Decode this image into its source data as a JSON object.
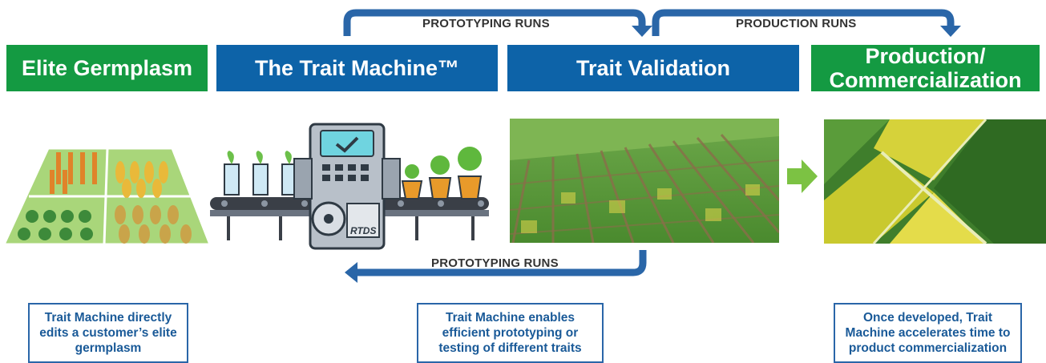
{
  "stages": {
    "elite": "Elite Germplasm",
    "trait_machine": "The Trait Machine™",
    "validation": "Trait Validation",
    "production_line1": "Production/",
    "production_line2": "Commercialization"
  },
  "runs": {
    "top_left": "PROTOTYPING RUNS",
    "top_right": "PRODUCTION RUNS",
    "bottom": "PROTOTYPING RUNS"
  },
  "machine_label": "RTDS",
  "notes": {
    "left": "Trait Machine directly edits a customer’s elite germplasm",
    "middle": "Trait Machine enables efficient prototyping or testing of different traits",
    "right": "Once developed, Trait Machine accelerates time to product commercialization"
  },
  "colors": {
    "green": "#149a42",
    "blue": "#0d63a8",
    "arrow_green": "#7cc243"
  }
}
